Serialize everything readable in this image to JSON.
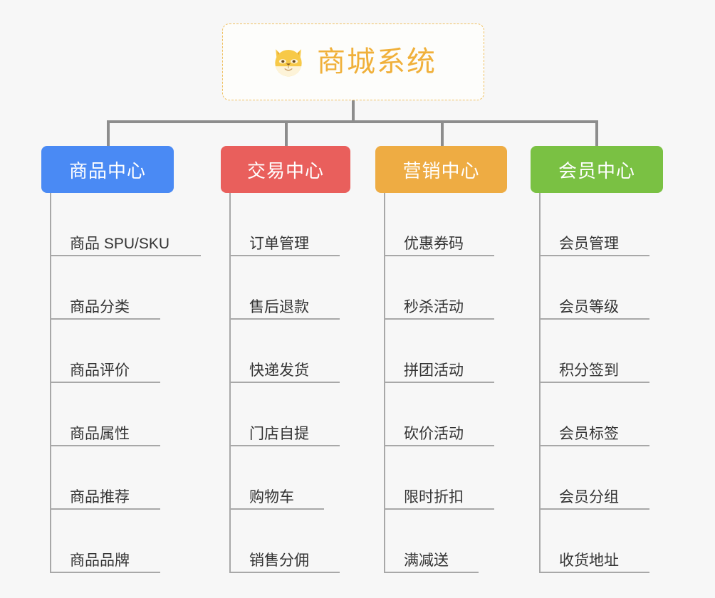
{
  "page": {
    "background_color": "#f7f7f7",
    "line_color": "#8d8d8d",
    "leaf_line_color": "#a8a8a8",
    "leaf_text_color": "#333333"
  },
  "root": {
    "title": "商城系统",
    "icon": "shiba-dog-face-emoji",
    "text_color": "#f0b03a",
    "border_color": "#f0c060",
    "background_color": "#fdfdfb"
  },
  "branches": [
    {
      "label": "商品中心",
      "color": "#4a8af4",
      "items": [
        "商品 SPU/SKU",
        "商品分类",
        "商品评价",
        "商品属性",
        "商品推荐",
        "商品品牌"
      ]
    },
    {
      "label": "交易中心",
      "color": "#e95f5c",
      "items": [
        "订单管理",
        "售后退款",
        "快递发货",
        "门店自提",
        "购物车",
        "销售分佣"
      ]
    },
    {
      "label": "营销中心",
      "color": "#eeac43",
      "items": [
        "优惠券码",
        "秒杀活动",
        "拼团活动",
        "砍价活动",
        "限时折扣",
        "满减送"
      ]
    },
    {
      "label": "会员中心",
      "color": "#7ac143",
      "items": [
        "会员管理",
        "会员等级",
        "积分签到",
        "会员标签",
        "会员分组",
        "收货地址"
      ]
    }
  ]
}
